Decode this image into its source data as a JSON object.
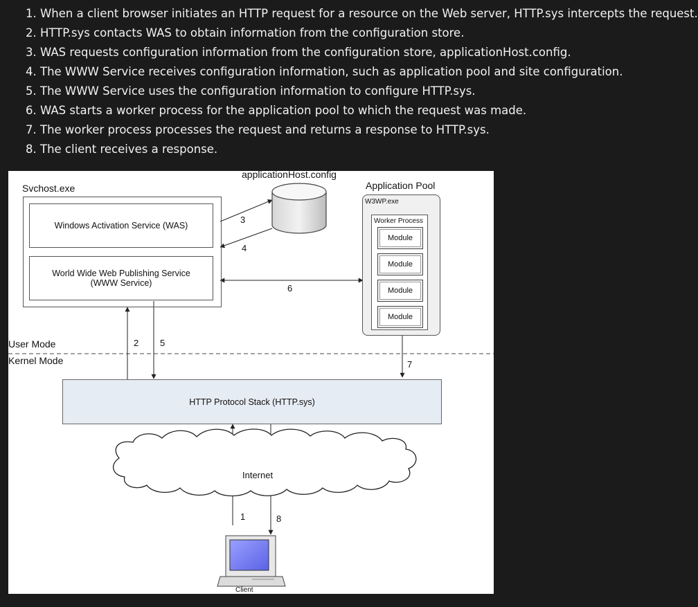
{
  "steps": [
    "1. When a client browser initiates an HTTP request for a resource on the Web server, HTTP.sys intercepts the request.",
    "2. HTTP.sys contacts WAS to obtain information from the configuration store.",
    "3. WAS requests configuration information from the configuration store, applicationHost.config.",
    "4. The WWW Service receives configuration information, such as application pool and site configuration.",
    "5. The WWW Service uses the configuration information to configure HTTP.sys.",
    "6. WAS starts a worker process for the application pool to which the request was made.",
    "7. The worker process processes the request and returns a response to HTTP.sys.",
    "8. The client receives a response."
  ],
  "diagram": {
    "svchost_label": "Svchost.exe",
    "was_label": "Windows Activation Service (WAS)",
    "www_label": "World Wide Web Publishing Service (WWW Service)",
    "config_label": "applicationHost.config",
    "app_pool_label": "Application Pool",
    "w3wp_label": "W3WP.exe",
    "worker_label": "Worker Process",
    "modules": [
      "Module",
      "Module",
      "Module",
      "Module"
    ],
    "user_mode": "User Mode",
    "kernel_mode": "Kernel Mode",
    "http_stack": "HTTP Protocol Stack (HTTP.sys)",
    "internet": "Internet",
    "client": "Client",
    "arrow_numbers": [
      "1",
      "2",
      "3",
      "4",
      "5",
      "6",
      "7",
      "8"
    ]
  }
}
